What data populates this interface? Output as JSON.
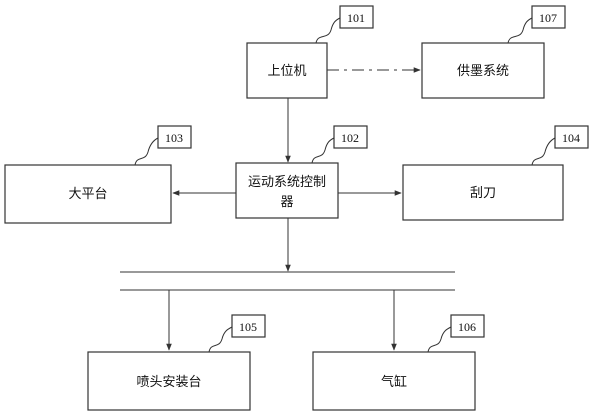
{
  "nodes": {
    "upper_computer": {
      "label": "上位机",
      "ref": "101"
    },
    "motion_control_line1": "运动系统控制",
    "motion_control_line2": "器",
    "motion_control_ref": "102",
    "big_platform": {
      "label": "大平台",
      "ref": "103"
    },
    "scraper": {
      "label": "刮刀",
      "ref": "104"
    },
    "nozzle_mount": {
      "label": "喷头安装台",
      "ref": "105"
    },
    "cylinder": {
      "label": "气缸",
      "ref": "106"
    },
    "ink_supply": {
      "label": "供墨系统",
      "ref": "107"
    }
  }
}
